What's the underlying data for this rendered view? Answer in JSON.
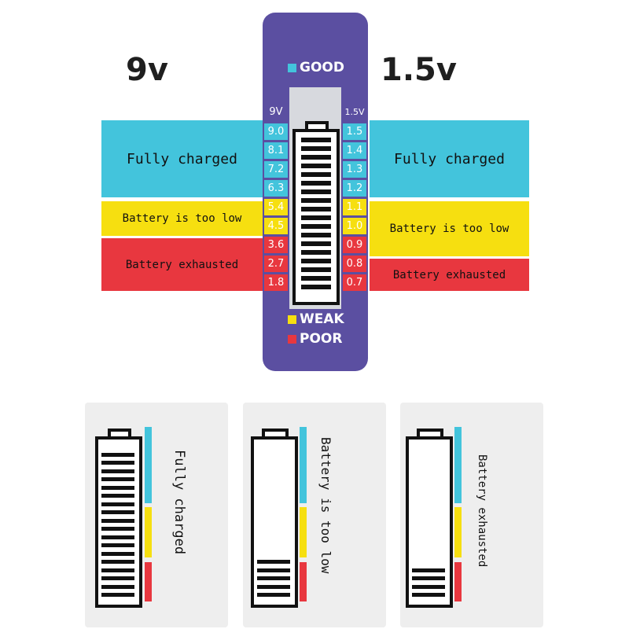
{
  "titles": {
    "left": "9v",
    "right": "1.5v"
  },
  "statuses": {
    "full": "Fully charged",
    "low": "Battery is too low",
    "exhausted": "Battery exhausted"
  },
  "device": {
    "good": "GOOD",
    "weak": "WEAK",
    "poor": "POOR",
    "left_header": "9V",
    "right_header": "1.5V",
    "scale_9v": [
      "9.0",
      "8.1",
      "7.2",
      "6.3",
      "5.4",
      "4.5",
      "3.6",
      "2.7",
      "1.8"
    ],
    "scale_1_5v": [
      "1.5",
      "1.4",
      "1.3",
      "1.2",
      "1.1",
      "1.0",
      "0.9",
      "0.8",
      "0.7"
    ]
  },
  "cards": [
    {
      "label": "Fully charged",
      "level_segments": 18
    },
    {
      "label": "Battery is too low",
      "level_segments": 5
    },
    {
      "label": "Battery exhausted",
      "level_segments": 4
    }
  ],
  "colors": {
    "good": "#43c4dc",
    "weak": "#f6df10",
    "poor": "#e8373f",
    "device": "#5b4fa1"
  }
}
